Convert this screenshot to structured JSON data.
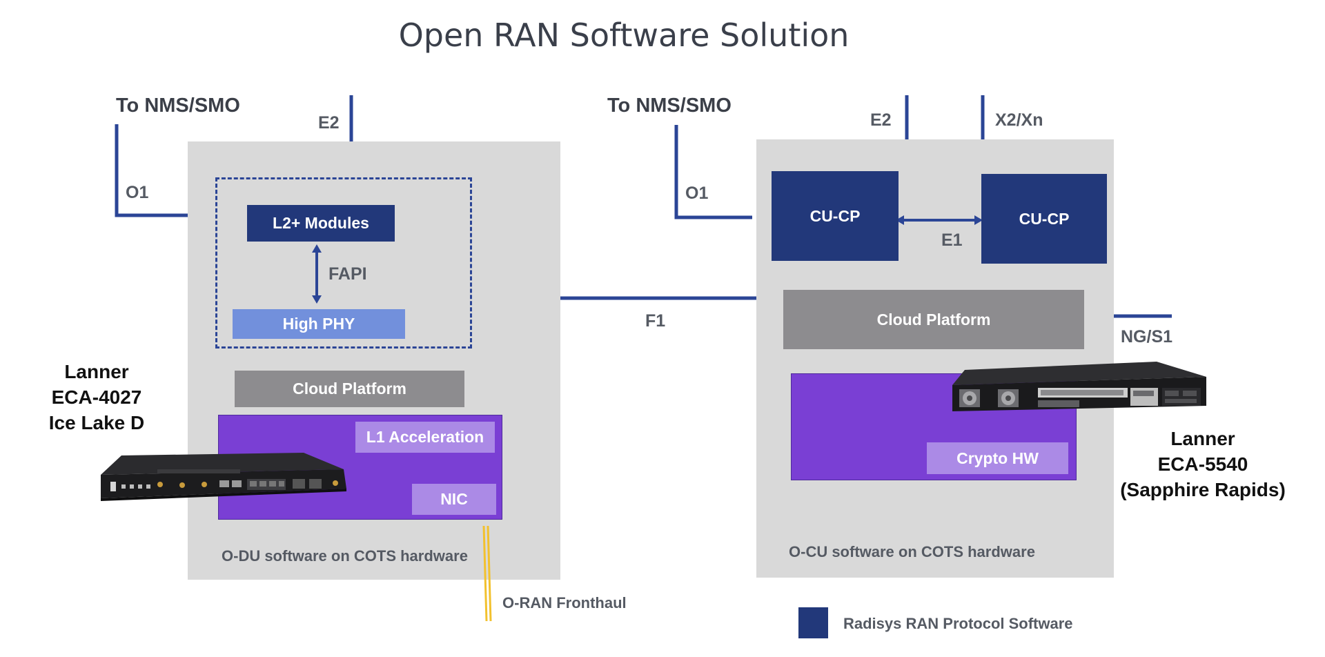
{
  "title": "Open RAN Software Solution",
  "odu": {
    "to_nms": "To NMS/SMO",
    "e2": "E2",
    "o1": "O1",
    "l2_modules": "L2+ Modules",
    "fapi": "FAPI",
    "high_phy": "High PHY",
    "cloud_platform": "Cloud Platform",
    "l1_acceleration": "L1 Acceleration",
    "nic": "NIC",
    "footer": "O-DU software on COTS hardware",
    "device": [
      "Lanner",
      "ECA-4027",
      "Ice Lake D"
    ]
  },
  "f1": "F1",
  "fronthaul": "O-RAN Fronthaul",
  "ocu": {
    "to_nms": "To NMS/SMO",
    "e2": "E2",
    "x2xn": "X2/Xn",
    "o1": "O1",
    "cu_cp_left": "CU-CP",
    "cu_cp_right": "CU-CP",
    "e1": "E1",
    "cloud_platform": "Cloud Platform",
    "ng_s1": "NG/S1",
    "crypto_hw": "Crypto HW",
    "footer": "O-CU software on COTS hardware",
    "device": [
      "Lanner",
      "ECA-5540",
      "(Sapphire Rapids)"
    ]
  },
  "legend": {
    "label": "Radisys RAN Protocol Software",
    "color": "#22387a"
  },
  "colors": {
    "navy": "#22387a",
    "line_blue": "#2b4596",
    "high_phy": "#7290dc",
    "cloud_grey": "#8d8c8f",
    "purple": "#7a3fd4",
    "lilac": "#ab8ae6",
    "panel_grey": "#d9d9d9",
    "fronthaul_yellow": "#f2c12e"
  }
}
